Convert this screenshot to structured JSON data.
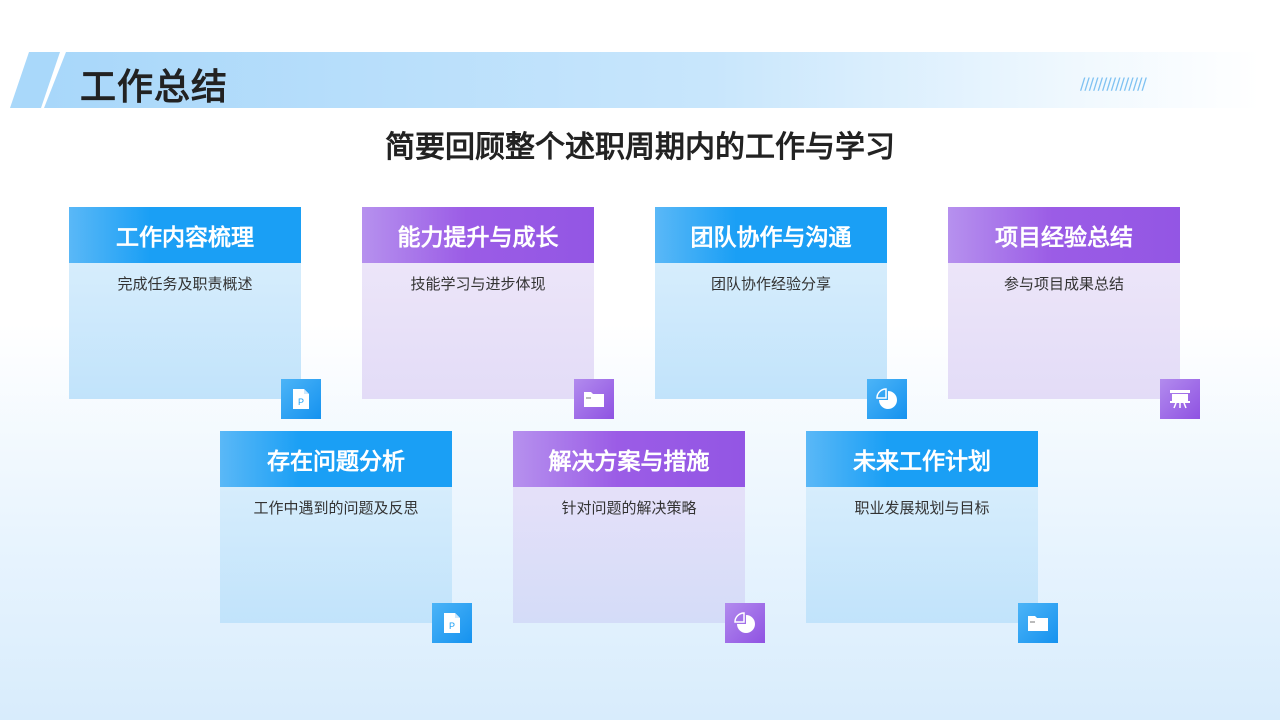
{
  "header": {
    "title": "工作总结",
    "hatch": "///////////////"
  },
  "subtitle": "简要回顾整个述职周期内的工作与学习",
  "cards": [
    {
      "title": "工作内容梳理",
      "desc": "完成任务及职责概述",
      "icon": "document-icon",
      "color": "#1a9ff5"
    },
    {
      "title": "能力提升与成长",
      "desc": "技能学习与进步体现",
      "icon": "folder-icon",
      "color": "#9b5ce6"
    },
    {
      "title": "团队协作与沟通",
      "desc": "团队协作经验分享",
      "icon": "pie-chart-icon",
      "color": "#1a9ff5"
    },
    {
      "title": "项目经验总结",
      "desc": "参与项目成果总结",
      "icon": "presentation-icon",
      "color": "#9b5ce6"
    },
    {
      "title": "存在问题分析",
      "desc": "工作中遇到的问题及反思",
      "icon": "document-icon",
      "color": "#1a9ff5"
    },
    {
      "title": "解决方案与措施",
      "desc": "针对问题的解决策略",
      "icon": "pie-chart-icon",
      "color": "#9b5ce6"
    },
    {
      "title": "未来工作计划",
      "desc": "职业发展规划与目标",
      "icon": "folder-icon",
      "color": "#1a9ff5"
    }
  ]
}
